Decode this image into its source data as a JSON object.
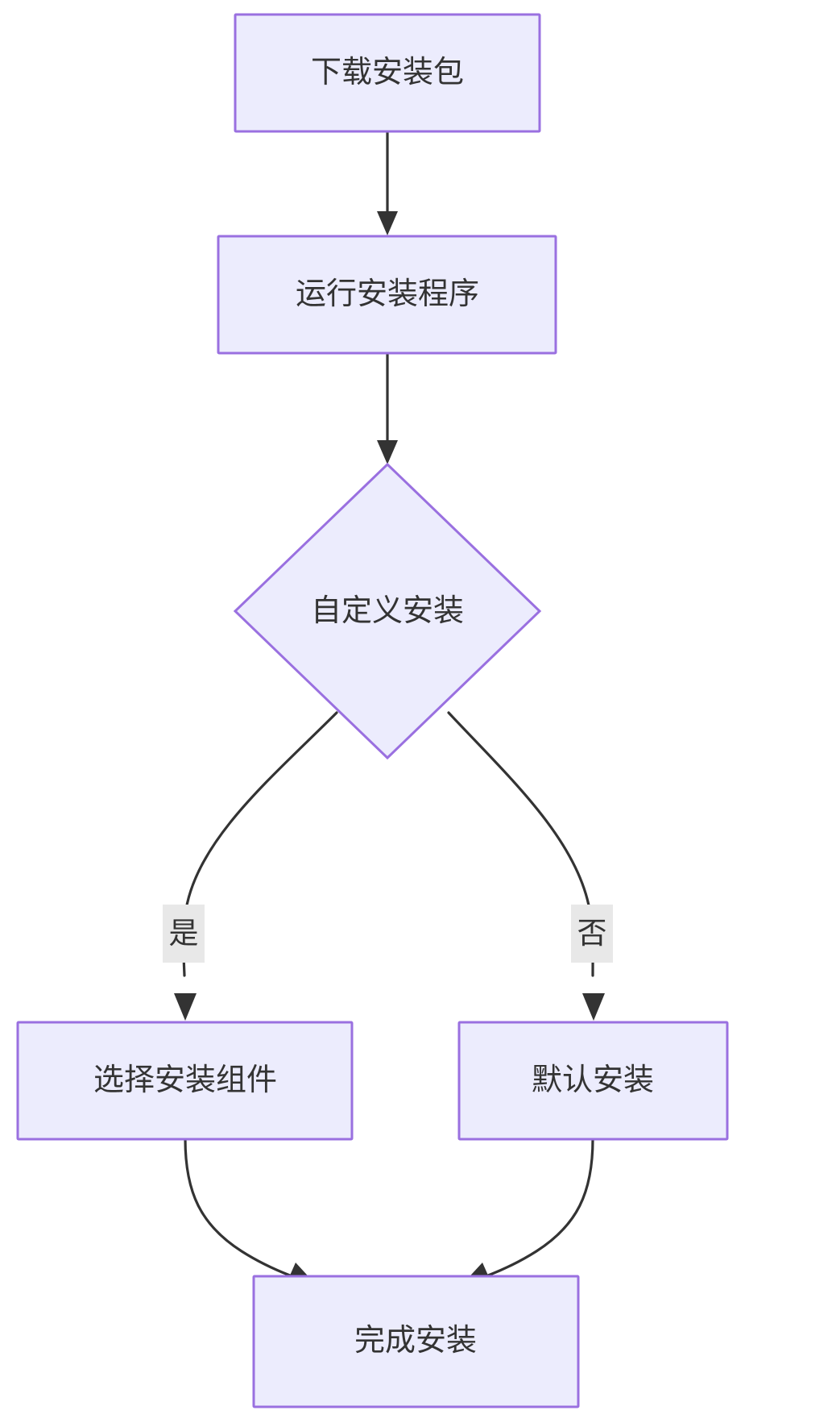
{
  "diagram": {
    "type": "flowchart",
    "direction": "top-to-bottom",
    "background_color": "#ffffff",
    "node_fill_color": "#ececfd",
    "node_border_color": "#9a70e0",
    "node_text_color": "#333333",
    "edge_color": "#333333",
    "edge_label_background": "#e8e8e8",
    "nodes": [
      {
        "id": "download",
        "label": "下载安装包",
        "shape": "rectangle"
      },
      {
        "id": "run",
        "label": "运行安装程序",
        "shape": "rectangle"
      },
      {
        "id": "custom",
        "label": "自定义安装",
        "shape": "diamond"
      },
      {
        "id": "components",
        "label": "选择安装组件",
        "shape": "rectangle"
      },
      {
        "id": "default",
        "label": "默认安装",
        "shape": "rectangle"
      },
      {
        "id": "finish",
        "label": "完成安装",
        "shape": "rectangle"
      }
    ],
    "edges": [
      {
        "from": "download",
        "to": "run",
        "label": ""
      },
      {
        "from": "run",
        "to": "custom",
        "label": ""
      },
      {
        "from": "custom",
        "to": "components",
        "label": "是"
      },
      {
        "from": "custom",
        "to": "default",
        "label": "否"
      },
      {
        "from": "components",
        "to": "finish",
        "label": ""
      },
      {
        "from": "default",
        "to": "finish",
        "label": ""
      }
    ],
    "edge_labels": {
      "yes": "是",
      "no": "否"
    }
  }
}
